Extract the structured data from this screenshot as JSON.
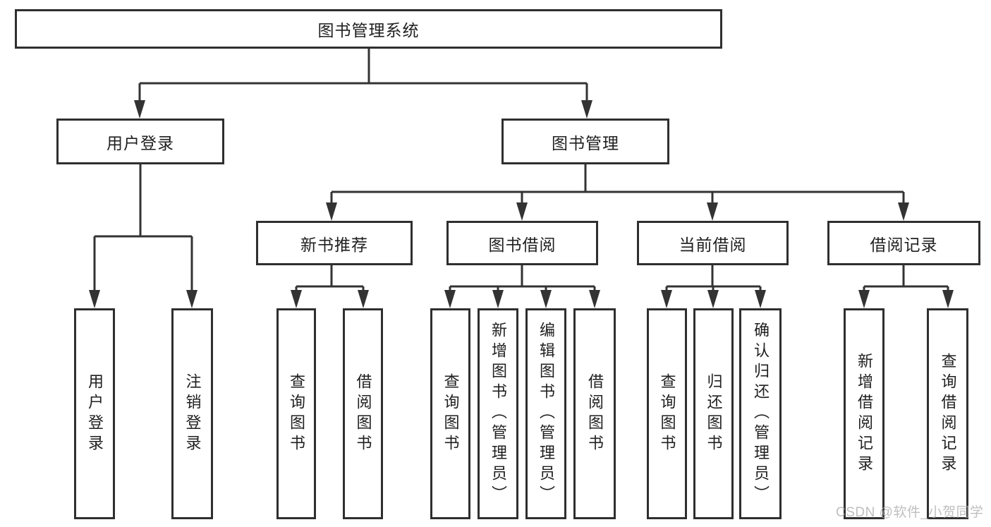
{
  "tree": {
    "label": "图书管理系统",
    "children": [
      {
        "label": "用户登录",
        "children": [
          {
            "label": "用户登录"
          },
          {
            "label": "注销登录"
          }
        ]
      },
      {
        "label": "图书管理",
        "children": [
          {
            "label": "新书推荐",
            "children": [
              {
                "label": "查询图书"
              },
              {
                "label": "借阅图书"
              }
            ]
          },
          {
            "label": "图书借阅",
            "children": [
              {
                "label": "查询图书"
              },
              {
                "label": "新增图书（管理员）"
              },
              {
                "label": "编辑图书（管理员）"
              },
              {
                "label": "借阅图书"
              }
            ]
          },
          {
            "label": "当前借阅",
            "children": [
              {
                "label": "查询图书"
              },
              {
                "label": "归还图书"
              },
              {
                "label": "确认归还（管理员）"
              }
            ]
          },
          {
            "label": "借阅记录",
            "children": [
              {
                "label": "新增借阅记录"
              },
              {
                "label": "查询借阅记录"
              }
            ]
          }
        ]
      }
    ]
  },
  "watermark": {
    "text": "CSDN @软件_小贺同学"
  },
  "colors": {
    "line": "#333333",
    "box_border": "#2f2f2f",
    "text": "#1f1f1f",
    "watermark": "#aaaaaa",
    "background": "#ffffff"
  }
}
